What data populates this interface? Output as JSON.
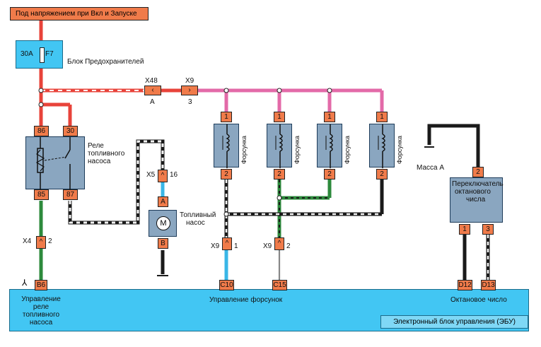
{
  "header": {
    "power_label": "Под напряжением при Вкл и Запуске"
  },
  "fuse_block": {
    "rating": "30A",
    "fuse_id": "F7",
    "name": "Блок Предохранителей"
  },
  "connectors": {
    "x48": "X48",
    "x48_pin": "A",
    "x9_top": "X9",
    "x9_top_pin": "3",
    "x5": "X5",
    "x5_pin": "16",
    "x4": "X4",
    "x4_pin": "2",
    "x9_a": "X9",
    "x9_a_pin": "1",
    "x9_b": "X9",
    "x9_b_pin": "2"
  },
  "relay": {
    "name_line1": "Реле",
    "name_line2": "топливного",
    "name_line3": "насоса",
    "pin86": "86",
    "pin30": "30",
    "pin85": "85",
    "pin87": "87"
  },
  "pump": {
    "label_line1": "Топливный",
    "label_line2": "насос",
    "pin_a": "A",
    "pin_b": "B",
    "motor": "M"
  },
  "injectors": [
    {
      "label": "Форсунка",
      "pin1": "1",
      "pin2": "2"
    },
    {
      "label": "Форсунка",
      "pin1": "1",
      "pin2": "2"
    },
    {
      "label": "Форсунка",
      "pin1": "1",
      "pin2": "2"
    },
    {
      "label": "Форсунка",
      "pin1": "1",
      "pin2": "2"
    }
  ],
  "ground": {
    "label": "Масса A"
  },
  "octane_switch": {
    "line1": "Переключатель",
    "line2": "октанового",
    "line3": "числа",
    "pin1": "1",
    "pin2": "2",
    "pin3": "3"
  },
  "ecu": {
    "name": "Электронный блок управления (ЭБУ)",
    "pins": {
      "b6": "B6",
      "c10": "C10",
      "c15": "C15",
      "d12": "D12",
      "d13": "D13"
    },
    "pump_ctrl_line1": "Управление",
    "pump_ctrl_line2": "реле",
    "pump_ctrl_line3": "топливного",
    "pump_ctrl_line4": "насоса",
    "injector_ctrl": "Управление форсунок",
    "octane_label": "Октановое число"
  },
  "colors": {
    "power": "#e8433a",
    "pink": "#e36aa8",
    "green": "#2d8a3c",
    "black": "#1a1a1a",
    "white": "#f4f4f4",
    "cyan": "#39b6e6",
    "connector": "#f07b4a",
    "box": "#8aa6c0",
    "ecu": "#42c6f3"
  }
}
